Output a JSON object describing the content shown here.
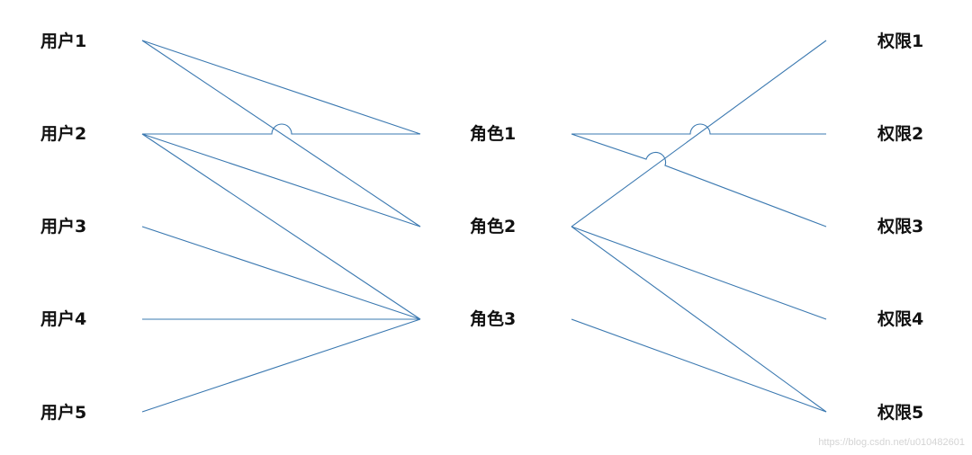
{
  "users": [
    "用户1",
    "用户2",
    "用户3",
    "用户4",
    "用户5"
  ],
  "roles": [
    "角色1",
    "角色2",
    "角色3"
  ],
  "permissions": [
    "权限1",
    "权限2",
    "权限3",
    "权限4",
    "权限5"
  ],
  "user_role_links": [
    [
      "用户1",
      "角色1"
    ],
    [
      "用户1",
      "角色2"
    ],
    [
      "用户2",
      "角色1"
    ],
    [
      "用户2",
      "角色2"
    ],
    [
      "用户2",
      "角色3"
    ],
    [
      "用户3",
      "角色3"
    ],
    [
      "用户4",
      "角色3"
    ],
    [
      "用户5",
      "角色3"
    ]
  ],
  "role_permission_links": [
    [
      "角色1",
      "权限2"
    ],
    [
      "角色1",
      "权限3"
    ],
    [
      "角色2",
      "权限1"
    ],
    [
      "角色2",
      "权限4"
    ],
    [
      "角色2",
      "权限5"
    ],
    [
      "角色3",
      "权限5"
    ]
  ],
  "watermark": "https://blog.csdn.net/u010482601",
  "line_color": "#3a78b0"
}
